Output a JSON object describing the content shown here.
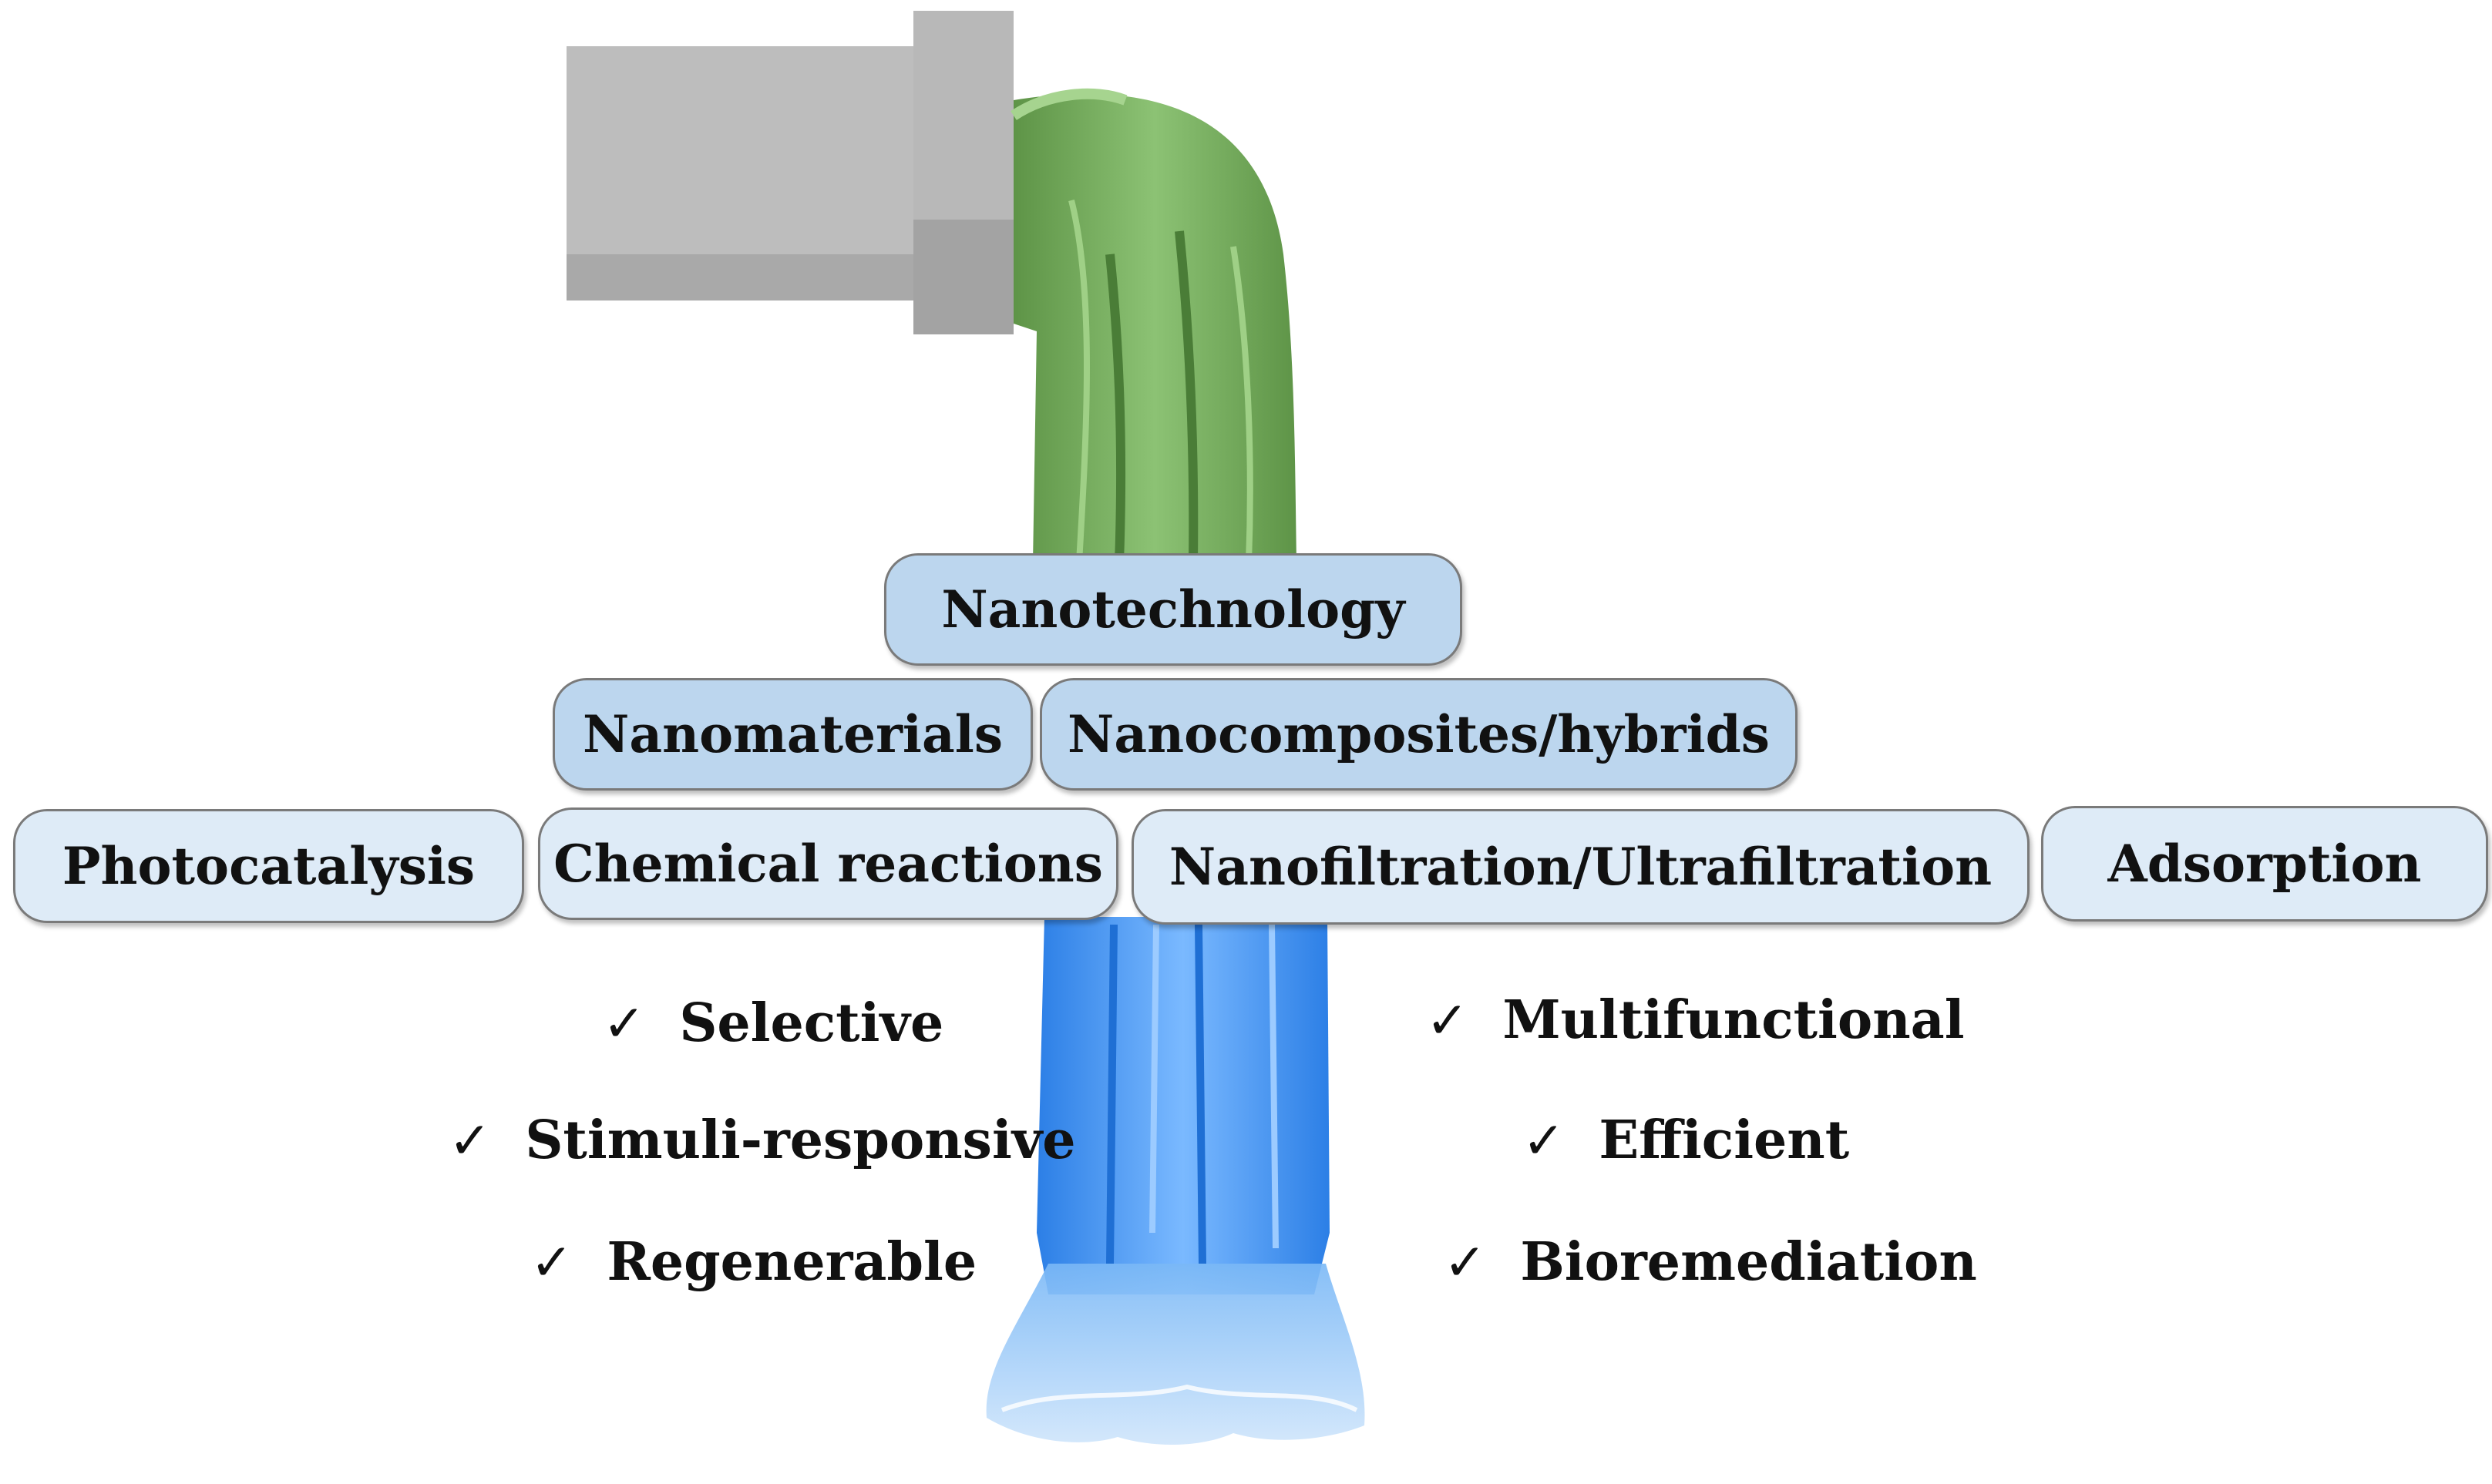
{
  "diagram": {
    "top_node": "Nanotechnology",
    "second_row": [
      "Nanomaterials",
      "Nanocomposites/hybrids"
    ],
    "third_row": [
      "Photocatalysis",
      "Chemical reactions",
      "Nanofiltration/Ultrafiltration",
      "Adsorption"
    ],
    "benefits_left": [
      "Selective",
      "Stimuli-responsive",
      "Regenerable"
    ],
    "benefits_right": [
      "Multifunctional",
      "Efficient",
      "Bioremediation"
    ],
    "check_glyph": "✓"
  },
  "colors": {
    "pipe": "#bdbdbd",
    "pipe_shadow": "#a8a8a8",
    "polluted_stream": "#6ea157",
    "clean_stream": "#3a8ff0",
    "box_dark": "#bcd6ee",
    "box_light": "#deebf7"
  },
  "icons": [
    "pipe-icon",
    "polluted-stream-icon",
    "clean-stream-icon",
    "check-icon"
  ]
}
